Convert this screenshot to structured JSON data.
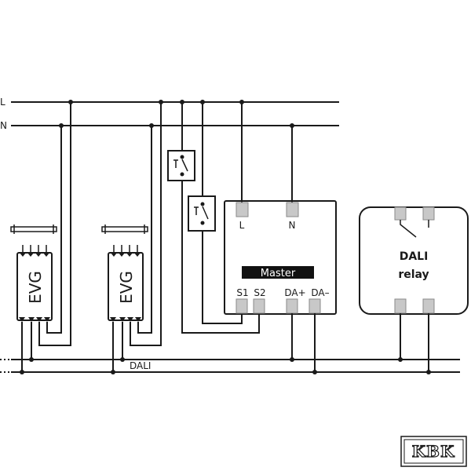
{
  "bus": {
    "l_label": "L",
    "n_label": "N",
    "dali_label": "DALI"
  },
  "ballasts": [
    {
      "label": "EVG"
    },
    {
      "label": "EVG"
    }
  ],
  "master": {
    "title": "Master",
    "terminal_l": "L",
    "terminal_n": "N",
    "terminal_s1": "S1",
    "terminal_s2": "S2",
    "terminal_da_plus": "DA+",
    "terminal_da_minus": "DA–"
  },
  "relay": {
    "line1": "DALI",
    "line2": "relay"
  },
  "logo": {
    "text": "KBK"
  },
  "colors": {
    "line": "#1a1a1a",
    "terminal": "#c8c8c8",
    "master_bar": "#111111"
  }
}
